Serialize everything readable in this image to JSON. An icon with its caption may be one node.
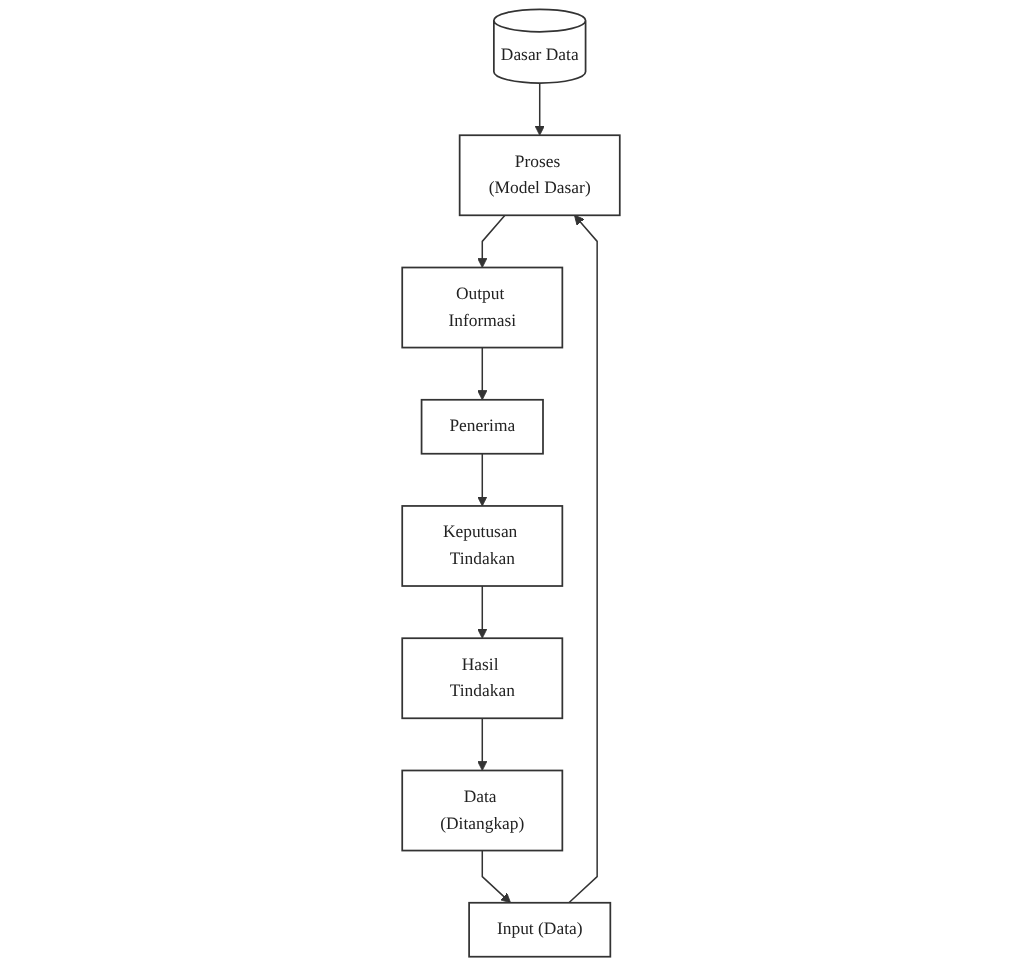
{
  "diagram": {
    "nodes": [
      {
        "text": [
          "Proses (Model Dasar)"
        ]
      },
      {
        "text": [
          "Input (Data)"
        ]
      },
      {
        "text": [
          "Output Informasi"
        ]
      },
      {
        "text": [
          "Dasar Data"
        ]
      },
      {
        "text": [
          "Data (Ditangkap)"
        ]
      },
      {
        "text": [
          "Penerima"
        ]
      },
      {
        "text": [
          "Hasil Tindakan"
        ]
      },
      {
        "text": [
          "Keputusan Tindakan"
        ]
      }
    ],
    "edges": [
      {
        "from": 1,
        "to": 0,
        "arrow": "to"
      },
      {
        "from": 0,
        "to": 2,
        "arrow": "to"
      },
      {
        "from": 3,
        "to": 0,
        "arrow": "to"
      },
      {
        "from": 2,
        "to": 5,
        "arrow": "to"
      },
      {
        "from": 5,
        "to": 7,
        "arrow": "to"
      },
      {
        "from": 7,
        "to": 6,
        "arrow": "to"
      },
      {
        "from": 6,
        "to": 4,
        "arrow": "to"
      },
      {
        "from": 4,
        "to": 1,
        "arrow": "to"
      }
    ]
  }
}
